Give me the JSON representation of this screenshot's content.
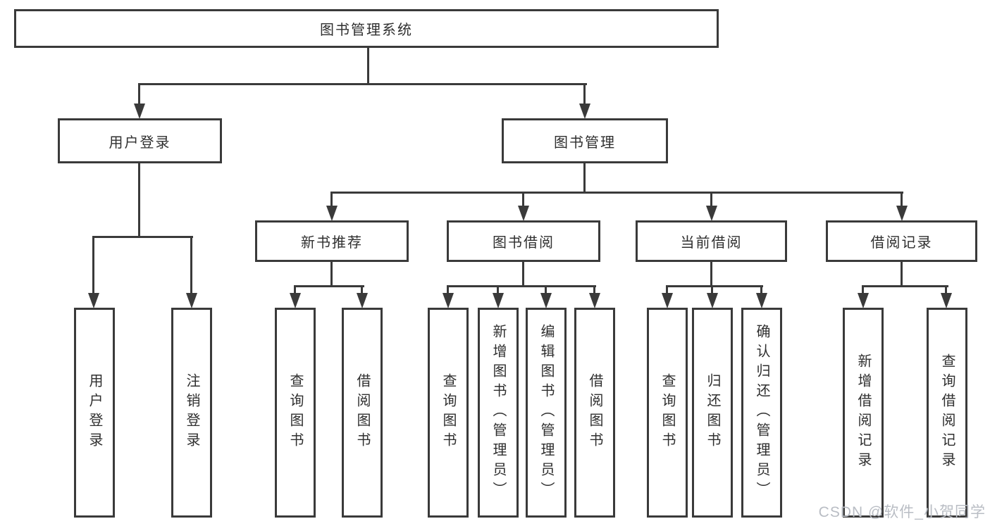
{
  "diagram": {
    "root": {
      "label": "图书管理系统"
    },
    "level2": [
      {
        "label": "用户登录"
      },
      {
        "label": "图书管理"
      }
    ],
    "level3": [
      {
        "label": "新书推荐"
      },
      {
        "label": "图书借阅"
      },
      {
        "label": "当前借阅"
      },
      {
        "label": "借阅记录"
      }
    ],
    "leaves": {
      "user_login": [
        {
          "label": "用户登录"
        },
        {
          "label": "注销登录"
        }
      ],
      "new_book": [
        {
          "label": "查询图书"
        },
        {
          "label": "借阅图书"
        }
      ],
      "book_borrow": [
        {
          "label": "查询图书"
        },
        {
          "label": "新增图书（管理员）"
        },
        {
          "label": "编辑图书（管理员）"
        },
        {
          "label": "借阅图书"
        }
      ],
      "current_borrow": [
        {
          "label": "查询图书"
        },
        {
          "label": "归还图书"
        },
        {
          "label": "确认归还（管理员）"
        }
      ],
      "records": [
        {
          "label": "新增借阅记录"
        },
        {
          "label": "查询借阅记录"
        }
      ]
    }
  },
  "watermark": {
    "text": "CSDN @软件_小贺同学"
  },
  "colors": {
    "line": "#3a3a3a",
    "text": "#2f2f2f",
    "watermark": "#b9bdc4",
    "background": "#ffffff"
  }
}
